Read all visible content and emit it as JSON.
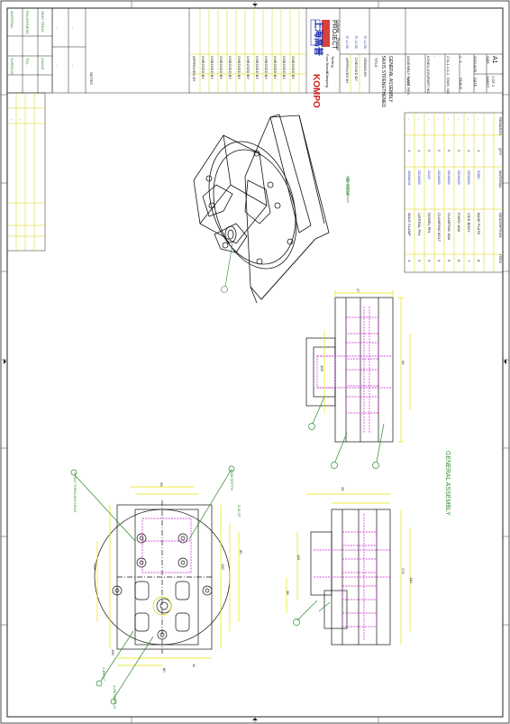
{
  "title_block": {
    "company_cn": "上海高普",
    "logo_text": "KOMPO",
    "project_label": "PROJECT",
    "project_desc": [
      "Four Brands",
      "Clamping",
      "Tooling",
      "Cylinder",
      "Product"
    ],
    "title_label": "TITLE",
    "title_lines": [
      "5AXIS STRENGTHENED",
      "GENERAL ASSEMBLY"
    ],
    "approved": [
      "APPROVED BY",
      "CHECKED BY",
      "DRAWN BY"
    ],
    "approved_vals": [
      "R. Ll 09",
      "R. Ll 09",
      "R. Ll 09"
    ],
    "rows": [
      {
        "label": "LAST REV.",
        "value": "ASSEMBLY PAGE"
      },
      {
        "label": "PART NO.",
        "value": "K3ND4-10/12"
      },
      {
        "label": "DRAWING NO.",
        "value": "-"
      },
      {
        "label": "DWG. NO.",
        "value": "17A-1-1-1-1"
      },
      {
        "label": "SCALE",
        "value": "1 : 1"
      },
      {
        "label": "DATE",
        "value": "2019-8/26"
      }
    ],
    "sheet_label": "SHEET",
    "sheet_value": "1 OF 1",
    "size_label": "SIZE",
    "size_value": "A1"
  },
  "revision_cols": [
    "APPROVED BY",
    "CHECKED BY",
    "CHECKED BY",
    "CHECKED BY",
    "CHECKED BY",
    "CHECKED BY",
    "CHECKED BY",
    "CHECKED BY",
    "CHECKED BY",
    "CHECKED BY",
    "CHECKED BY",
    "CHECKED BY"
  ],
  "bom": {
    "headers": [
      "ITEM",
      "DESCRIPTION",
      "MATERIAL",
      "QTY",
      "REMARKS"
    ],
    "rows": [
      [
        "1",
        "MALE CLAMP",
        "16MnCr5",
        "1",
        "-"
      ],
      [
        "2",
        "LATERAL PIN",
        "SCM415",
        "1",
        "-"
      ],
      [
        "3",
        "DOWEL PIN",
        "SUJ2",
        "2",
        "-"
      ],
      [
        "4",
        "CLAMPING BOLT",
        "SCM435",
        "2",
        "-"
      ],
      [
        "5",
        "CLAMPING JAW",
        "SCM415",
        "3",
        "-"
      ],
      [
        "6",
        "FIXED JAW",
        "SCM415",
        "2",
        "-"
      ],
      [
        "7",
        "VICE BODY",
        "SCM415",
        "1",
        "-"
      ],
      [
        "8",
        "BASE PLATE",
        "S45C",
        "1",
        "-"
      ]
    ]
  },
  "views": {
    "iso_label": "3D VIEW",
    "assembly_label": "GENERAL ASSEMBLY"
  },
  "dims": [
    "255",
    "190",
    "120",
    "60",
    "80",
    "99",
    "170",
    "140",
    "37",
    "25",
    "105",
    "115",
    "36",
    "11",
    "26"
  ],
  "callouts": [
    "2-M12 THROUGH HOLE",
    "4-M8 DEPTH",
    "2-Ø8 H7",
    "5-SLOT",
    "4-M6 DEEP 12"
  ],
  "colors": {
    "yellow": "#e8e400",
    "magenta": "#c81ecb",
    "green": "#22a022",
    "red": "#d0201a",
    "blue": "#1a2fb0",
    "black": "#111111"
  },
  "left_table": {
    "top_labels": [
      "MATERIAL",
      "ROUGHNESS",
      "HEAT TREAT",
      "SURFACE",
      "TOL.",
      "ANGLE"
    ],
    "top_vals": [
      "-",
      "-",
      "-",
      "-",
      "-",
      "-"
    ],
    "notes_label": "NOTES"
  }
}
